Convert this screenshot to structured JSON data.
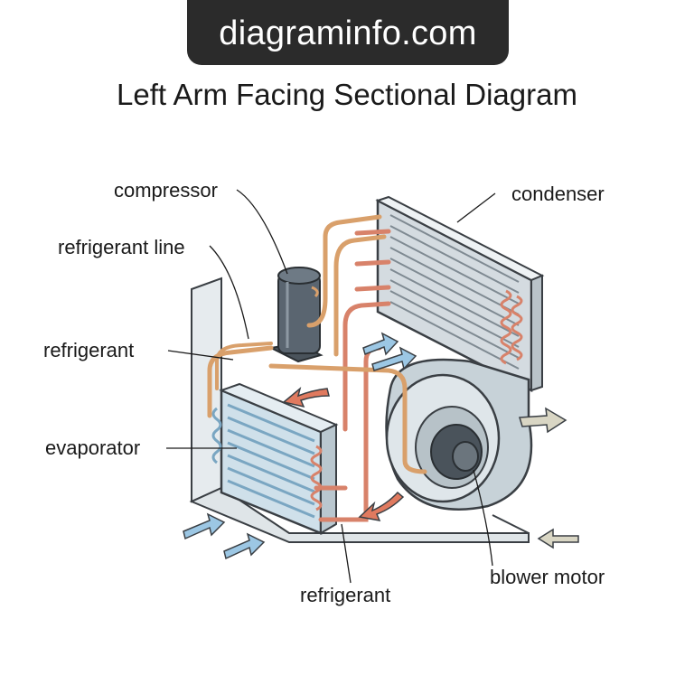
{
  "header": {
    "site": "diagraminfo.com"
  },
  "title": "Left Arm Facing Sectional Diagram",
  "labels": {
    "compressor": "compressor",
    "condenser": "condenser",
    "refrigerant_line": "refrigerant line",
    "refrigerant_top": "refrigerant",
    "evaporator": "evaporator",
    "refrigerant_bottom": "refrigerant",
    "blower_motor": "blower motor"
  },
  "colors": {
    "frame": "#dfe5e8",
    "metal": "#cfd6da",
    "outline": "#3a3f44",
    "copper": "#d9a06b",
    "copper_hot": "#d8826a",
    "cool_arrow": "#9cc7e4",
    "hot_arrow": "#e07a5f",
    "compressor": "#5a6570",
    "blower": "#c7d2d8"
  }
}
